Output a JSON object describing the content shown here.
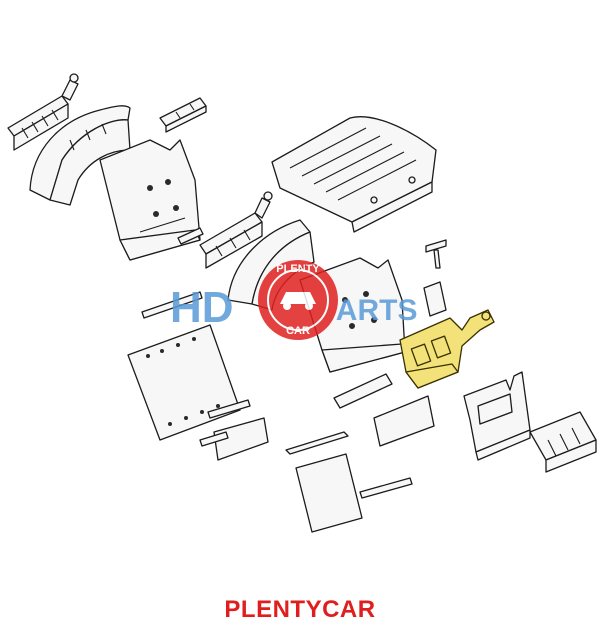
{
  "diagram": {
    "highlight_color": "#f3e27a",
    "line_color": "#1c1c1c"
  },
  "watermark": {
    "left_text": "HD",
    "right_text": "PARTS",
    "badge_top": "PLENTY",
    "badge_bottom": "CAR",
    "badge_color": "#e02020",
    "text_color": "#5a9bd8"
  },
  "footer": {
    "brand": "PLENTYCAR",
    "color": "#e01e1e"
  }
}
